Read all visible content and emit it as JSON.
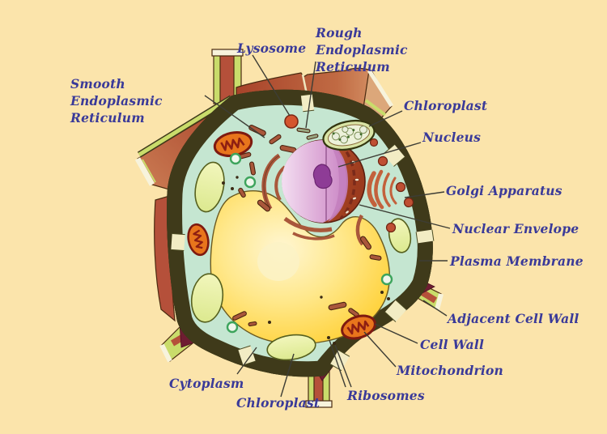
{
  "figure": {
    "kind": "labeled biology diagram",
    "subject": "Plant cell cross-section with neighbouring cell walls"
  },
  "labels": [
    {
      "id": "smooth-er",
      "text": "Smooth Endoplasmic Reticulum"
    },
    {
      "id": "lysosome",
      "text": "Lysosome"
    },
    {
      "id": "rough-er",
      "text": "Rough Endoplasmic Reticulum"
    },
    {
      "id": "chloroplast-top",
      "text": "Chloroplast"
    },
    {
      "id": "nucleus",
      "text": "Nucleus"
    },
    {
      "id": "golgi-apparatus",
      "text": "Golgi Apparatus"
    },
    {
      "id": "nuclear-envelope",
      "text": "Nuclear Envelope"
    },
    {
      "id": "plasma-membrane",
      "text": "Plasma Membrane"
    },
    {
      "id": "adjacent-cell-wall",
      "text": "Adjacent Cell Wall"
    },
    {
      "id": "cell-wall",
      "text": "Cell Wall"
    },
    {
      "id": "mitochondrion",
      "text": "Mitochondrion"
    },
    {
      "id": "ribosomes",
      "text": "Ribosomes"
    },
    {
      "id": "cytoplasm",
      "text": "Cytoplasm"
    },
    {
      "id": "chloroplast-bottom",
      "text": "Chloroplast"
    }
  ],
  "colors": {
    "background": "#FBE4AB",
    "label_text": "#3A3A99",
    "leader_line": "#3D3D35",
    "cell_wall_green": "#C9DC6B",
    "wall_outline": "#3F3A1A",
    "wall_lamella": "#F4F0C8",
    "adjacent_wall_rust": "#A8432A",
    "adjacent_wall_tan": "#DDA072",
    "junction_maroon": "#6E1D32",
    "cytoplasm_mint": "#C5E6D1",
    "vacuole_yellow": "#FFD23C",
    "vacuole_highlight": "#FFF6D2",
    "nucleus_pink": "#E0AEDB",
    "nucleolus_purple": "#8E3C96",
    "nuclear_envelope_rust": "#BC5A35",
    "mitochondrion_orange": "#E8751C",
    "mitochondrion_rim": "#7E1A10",
    "chloroplast_pale": "#EDF4AE",
    "er_strand_brown": "#A9573B",
    "golgi_salmon": "#C3613C",
    "lysosome_red": "#D4552E",
    "vesicle_green": "#3DA45C",
    "ribosome_dot": "#3A2A14"
  }
}
